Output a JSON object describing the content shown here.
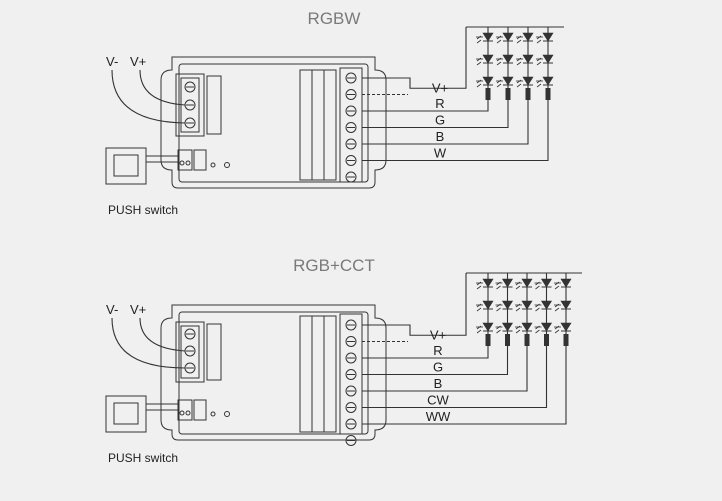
{
  "diagrams": [
    {
      "title": "RGBW",
      "input_labels": [
        "V-",
        "V+"
      ],
      "output_labels": [
        "V+",
        "R",
        "G",
        "B",
        "W"
      ],
      "switch_label": "PUSH switch",
      "led_columns": 4
    },
    {
      "title": "RGB+CCT",
      "input_labels": [
        "V-",
        "V+"
      ],
      "output_labels": [
        "V+",
        "R",
        "G",
        "B",
        "CW",
        "WW"
      ],
      "switch_label": "PUSH switch",
      "led_columns": 5
    }
  ],
  "colors": {
    "background": "#f0f0f0",
    "line": "#333333",
    "title": "#7a7a7a"
  }
}
